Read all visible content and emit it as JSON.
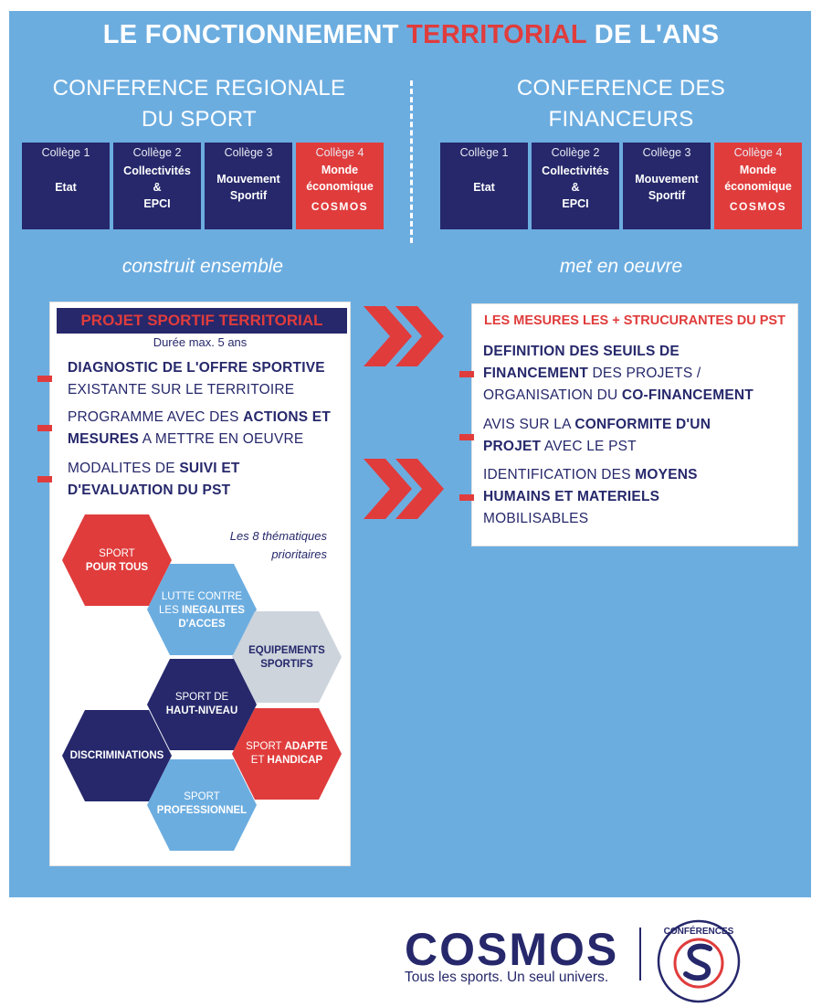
{
  "header": {
    "title_part1": "LE FONCTIONNEMENT ",
    "title_highlight": "TERRITORIAL",
    "title_part2": " DE L'ANS"
  },
  "left_conference": {
    "title": "CONFERENCE REGIONALE\nDU SPORT",
    "colleges": [
      {
        "num": "Collège 1",
        "label": "Etat"
      },
      {
        "num": "Collège 2",
        "label": "Collectivités\n&\nEPCI"
      },
      {
        "num": "Collège 3",
        "label": "Mouvement\nSportif"
      },
      {
        "num": "Collège 4",
        "label": "Monde\néconomique",
        "logo": "COSMOS"
      }
    ],
    "phrase": "construit ensemble"
  },
  "right_conference": {
    "title": "CONFERENCE DES\nFINANCEURS",
    "colleges": [
      {
        "num": "Collège 1",
        "label": "Etat"
      },
      {
        "num": "Collège 2",
        "label": "Collectivités\n&\nEPCI"
      },
      {
        "num": "Collège 3",
        "label": "Mouvement\nSportif"
      },
      {
        "num": "Collège 4",
        "label": "Monde\néconomique",
        "logo": "COSMOS"
      }
    ],
    "phrase": "met en oeuvre"
  },
  "pst": {
    "title": "PROJET SPORTIF TERRITORIAL",
    "subtitle": "Durée max. 5 ans",
    "items": [
      {
        "bold1": "DIAGNOSTIC DE L'OFFRE SPORTIVE",
        "text1": "EXISTANTE SUR LE TERRITOIRE"
      },
      {
        "text1": "PROGRAMME AVEC DES ",
        "bold1": "ACTIONS ET MESURES",
        "text2": " A METTRE EN OEUVRE"
      },
      {
        "text1": "MODALITES DE ",
        "bold1": "SUIVI ET D'EVALUATION DU PST"
      }
    ],
    "themes_note": "Les 8 thématiques prioritaires",
    "themes": [
      {
        "light": "SPORT",
        "bold": "POUR TOUS"
      },
      {
        "light": "LUTTE CONTRE LES",
        "bold": "INEGALITES D'ACCES"
      },
      {
        "bold": "EQUIPEMENTS SPORTIFS"
      },
      {
        "light": "SPORT DE",
        "bold": "HAUT-NIVEAU"
      },
      {
        "bold": "DISCRIMINATIONS"
      },
      {
        "light": "SPORT",
        "bold": "ADAPTE",
        "light2": "ET",
        "bold2": "HANDICAP"
      },
      {
        "light": "SPORT",
        "bold": "PROFESSIONNEL"
      }
    ]
  },
  "mesures": {
    "title": "LES MESURES LES + STRUCURANTES DU PST",
    "items": [
      {
        "bold1": "DEFINITION DES SEUILS DE FINANCEMENT",
        "text1": " DES PROJETS / ORGANISATION DU ",
        "bold2": "CO-FINANCEMENT"
      },
      {
        "text1": "AVIS SUR LA ",
        "bold1": "CONFORMITE D'UN PROJET",
        "text2": " AVEC LE PST"
      },
      {
        "text1": "IDENTIFICATION DES ",
        "bold1": "MOYENS HUMAINS ET MATERIELS",
        "text2": " MOBILISABLES"
      }
    ]
  },
  "footer": {
    "logo": "COSMOS",
    "slogan": "Tous les sports. Un seul univers.",
    "seal_text": "CONFÉRENCES"
  },
  "colors": {
    "panel": "#6cade0",
    "navy": "#26286b",
    "red": "#e03c3c",
    "light_blue": "#6cade0",
    "grey": "#cdd4dc"
  }
}
